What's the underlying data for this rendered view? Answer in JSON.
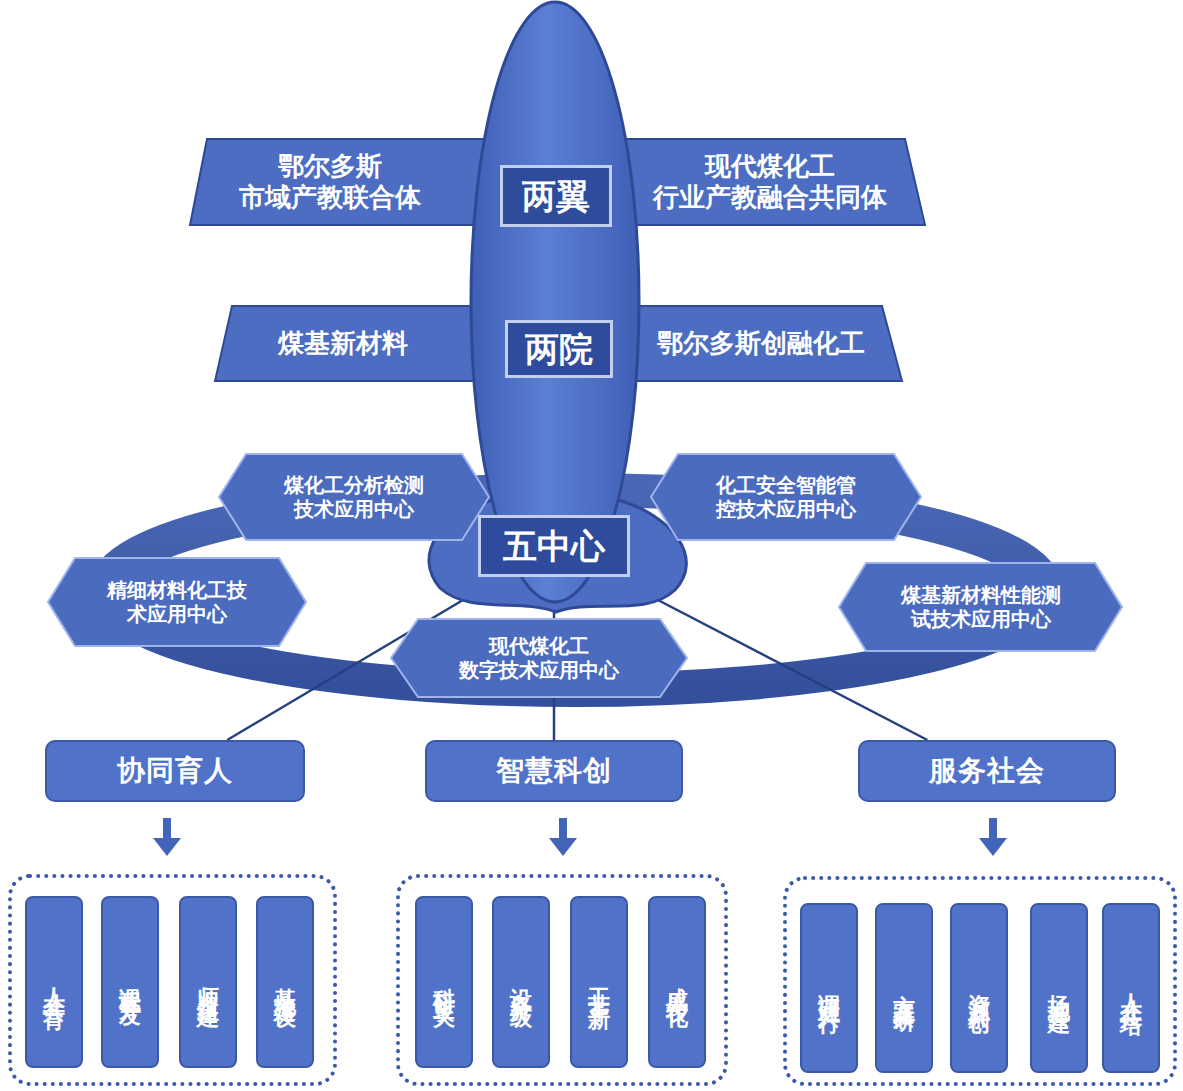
{
  "diagram": {
    "nodes": [
      {
        "text": [
          "鄂尔多斯 市域产教联合体"
        ]
      },
      {
        "text": [
          "两翼"
        ]
      },
      {
        "text": [
          "现代煤化工 行业产教融合共同体"
        ]
      },
      {
        "text": [
          "煤基新材料"
        ]
      },
      {
        "text": [
          "两院"
        ]
      },
      {
        "text": [
          "鄂尔多斯创融化工"
        ]
      },
      {
        "text": [
          "煤化工分析检测 技术应用中心"
        ]
      },
      {
        "text": [
          "化工安全智能管 控技术应用中心"
        ]
      },
      {
        "text": [
          "五中心"
        ]
      },
      {
        "text": [
          "精细材料化工技 术应用中心"
        ]
      },
      {
        "text": [
          "煤基新材料性能测 试技术应用中心"
        ]
      },
      {
        "text": [
          "现代煤化工 数字技术应用中心"
        ]
      },
      {
        "text": [
          "协同育人"
        ]
      },
      {
        "text": [
          "智慧科创"
        ]
      },
      {
        "text": [
          "服务社会"
        ]
      },
      {
        "text": [
          "人才共育"
        ]
      },
      {
        "text": [
          "课程开发"
        ]
      },
      {
        "text": [
          "师资组建"
        ]
      },
      {
        "text": [
          "基地建设"
        ]
      },
      {
        "text": [
          "科研攻关"
        ]
      },
      {
        "text": [
          "设备升级"
        ]
      },
      {
        "text": [
          "工艺革新"
        ]
      },
      {
        "text": [
          "成果转化"
        ]
      },
      {
        "text": [
          "调研共行"
        ]
      },
      {
        "text": [
          "方案共研"
        ]
      },
      {
        "text": [
          "资源共创"
        ]
      },
      {
        "text": [
          "场地共建"
        ]
      },
      {
        "text": [
          "人才共培"
        ]
      }
    ],
    "edges": [
      {
        "from": 8,
        "to": 12,
        "arrow": "none"
      },
      {
        "from": 8,
        "to": 13,
        "arrow": "none"
      },
      {
        "from": 8,
        "to": 14,
        "arrow": "none"
      }
    ]
  }
}
